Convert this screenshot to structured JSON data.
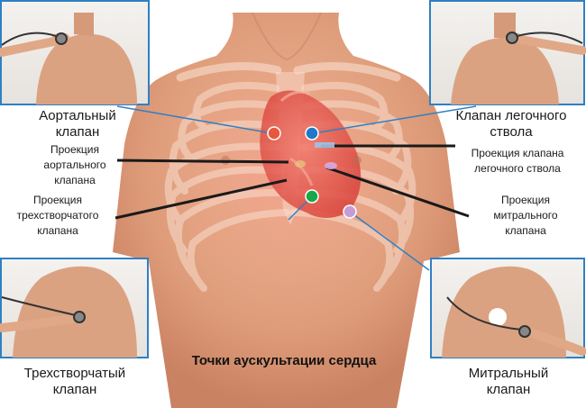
{
  "title": "Точки аускультации сердца",
  "labels": {
    "aortic_valve": [
      "Аортальный",
      "клапан"
    ],
    "pulmonary_valve": [
      "Клапан легочного",
      "ствола"
    ],
    "aortic_projection": [
      "Проекция",
      "аортального",
      "клапана"
    ],
    "pulmonary_projection": [
      "Проекция клапана",
      "легочного ствола"
    ],
    "tricuspid_projection": [
      "Проекция",
      "трехстворчатого",
      "клапана"
    ],
    "mitral_projection": [
      "Проекция",
      "митрального",
      "клапана"
    ],
    "tricuspid_valve": [
      "Трехстворчатый",
      "клапан"
    ],
    "mitral_valve": [
      "Митральный",
      "клапан"
    ]
  },
  "colors": {
    "frame": "#2f80c3",
    "aortic_point": "#e8583d",
    "pulmonary_point": "#1f78c8",
    "tricuspid_point": "#18a84a",
    "mitral_point": "#c79bd6",
    "skin": "#e7a583",
    "heart": "#e2564f"
  },
  "icons": {
    "stethoscope": "stethoscope-icon",
    "auscultation_point": "circle-marker-icon"
  }
}
